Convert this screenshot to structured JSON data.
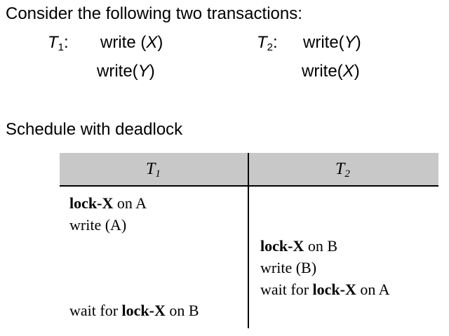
{
  "intro": "Consider the following two transactions:",
  "transactions": {
    "t1": {
      "name": "T",
      "sub": "1",
      "sep": ":",
      "ops": [
        "write (",
        "X",
        ")",
        "write(",
        "Y",
        ")"
      ]
    },
    "t2": {
      "name": "T",
      "sub": "2",
      "sep": ":",
      "ops": [
        "write(",
        "Y",
        ")",
        "write(",
        "X",
        ")"
      ]
    }
  },
  "schedule_title": "Schedule with deadlock",
  "table": {
    "headers": [
      {
        "name": "T",
        "sub": "1"
      },
      {
        "name": "T",
        "sub": "2"
      }
    ],
    "rows": {
      "r1": {
        "bold": "lock-X",
        "rest": " on A"
      },
      "r2": {
        "text": "write (A)"
      },
      "r3": {
        "bold": "lock-X",
        "rest": " on B"
      },
      "r4": {
        "text": "write (B)"
      },
      "r5": {
        "pre": "wait for ",
        "bold": "lock-X",
        "rest": " on A"
      },
      "r6": {
        "pre": "wait for ",
        "bold": "lock-X",
        "rest": " on B"
      }
    }
  }
}
